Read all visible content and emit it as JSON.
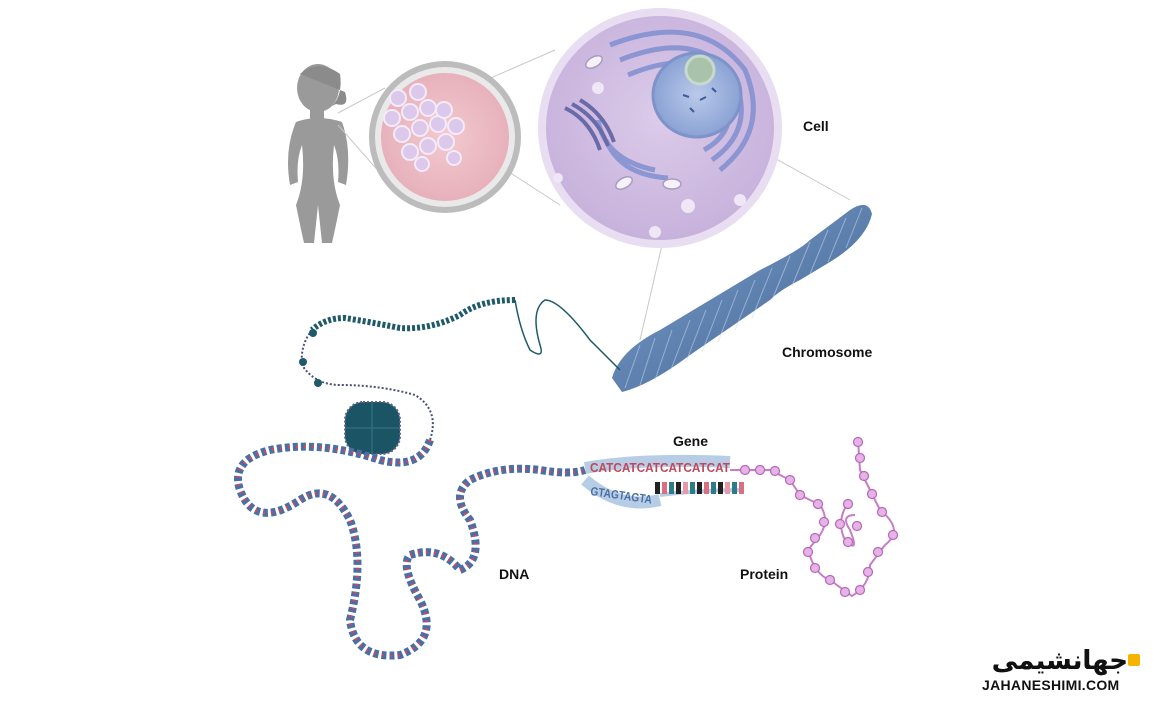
{
  "labels": {
    "cell": "Cell",
    "chromosome": "Chromosome",
    "gene": "Gene",
    "dna": "DNA",
    "protein": "Protein"
  },
  "gene_sequence": {
    "top": "CATCATCATCATCATCAT",
    "bottom": "GTAGTAGTA"
  },
  "logo": {
    "persian": "جهانشیمی",
    "latin": "JAHANESHIMI.COM"
  },
  "icons": [
    "human-silhouette-icon"
  ],
  "colors": {
    "silhouette": "#9a9a9a",
    "cell_membrane": "#c9b6dc",
    "nucleus": "#9fb3dd",
    "chromosome": "#5b7fae",
    "chromatin": "#1f5a6b",
    "dna_red": "#d0485a",
    "dna_blue": "#4a6fa5",
    "protein": "#c77dc9",
    "logo_accent": "#f4b400"
  }
}
